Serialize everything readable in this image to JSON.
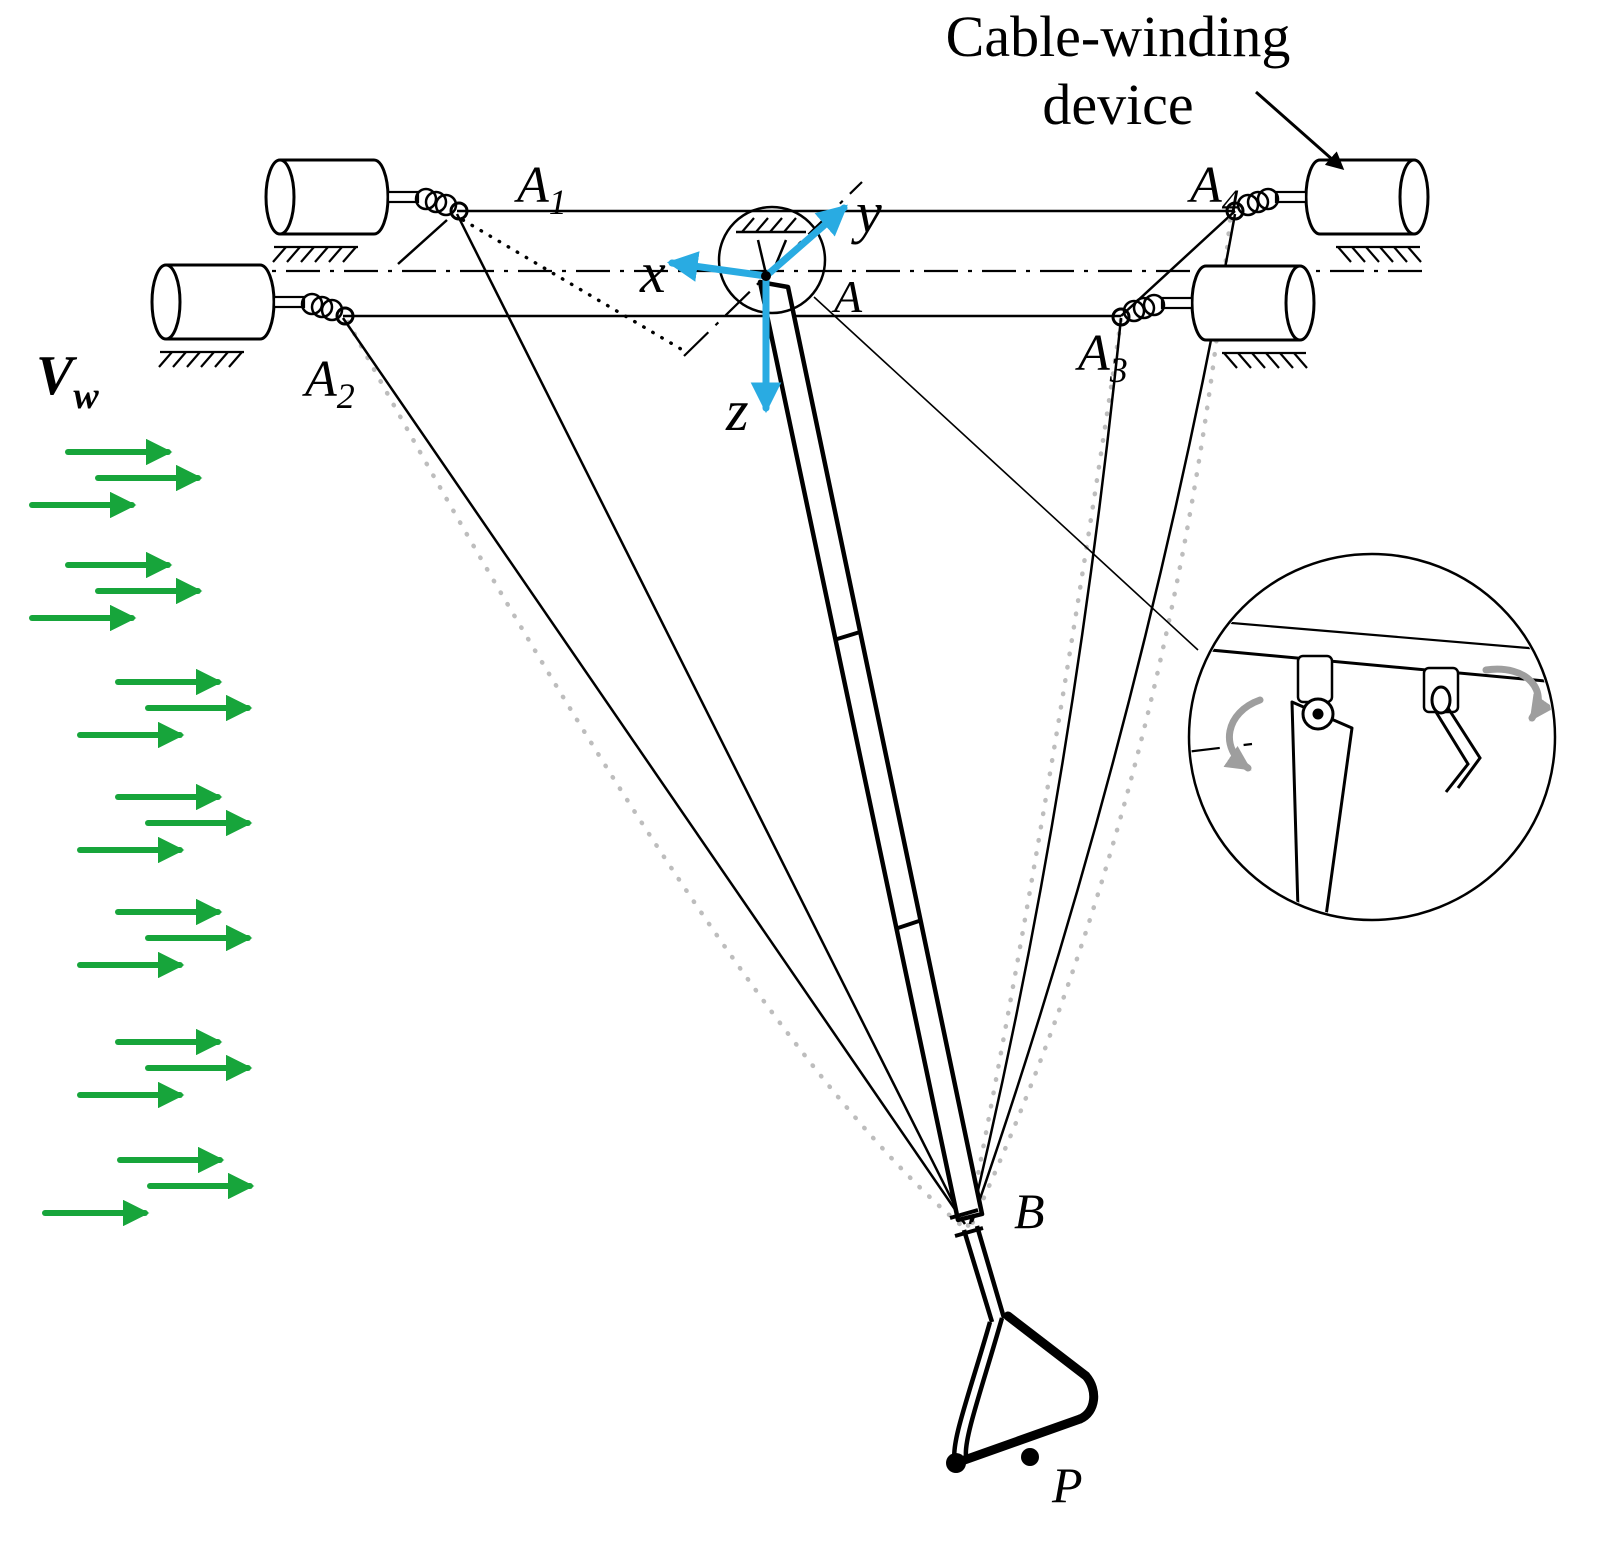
{
  "colors": {
    "axis_arrows": "#29ABE2",
    "wind_arrows": "#17A53B",
    "slack_cables": "#BDBDBD",
    "rotation_arrows": "#9E9E9E",
    "ink": "#000000",
    "background": "#FFFFFF"
  },
  "annotation": {
    "line1": "Cable-winding",
    "line2": "device"
  },
  "wind": {
    "base": "V",
    "sub": "w"
  },
  "anchors": {
    "a1": {
      "base": "A",
      "sub": "1"
    },
    "a2": {
      "base": "A",
      "sub": "2"
    },
    "a3": {
      "base": "A",
      "sub": "3"
    },
    "a4": {
      "base": "A",
      "sub": "4"
    }
  },
  "origin": {
    "label": "A"
  },
  "axes": {
    "x": "x",
    "y": "y",
    "z": "z"
  },
  "points": {
    "b": "B",
    "p": "P"
  }
}
